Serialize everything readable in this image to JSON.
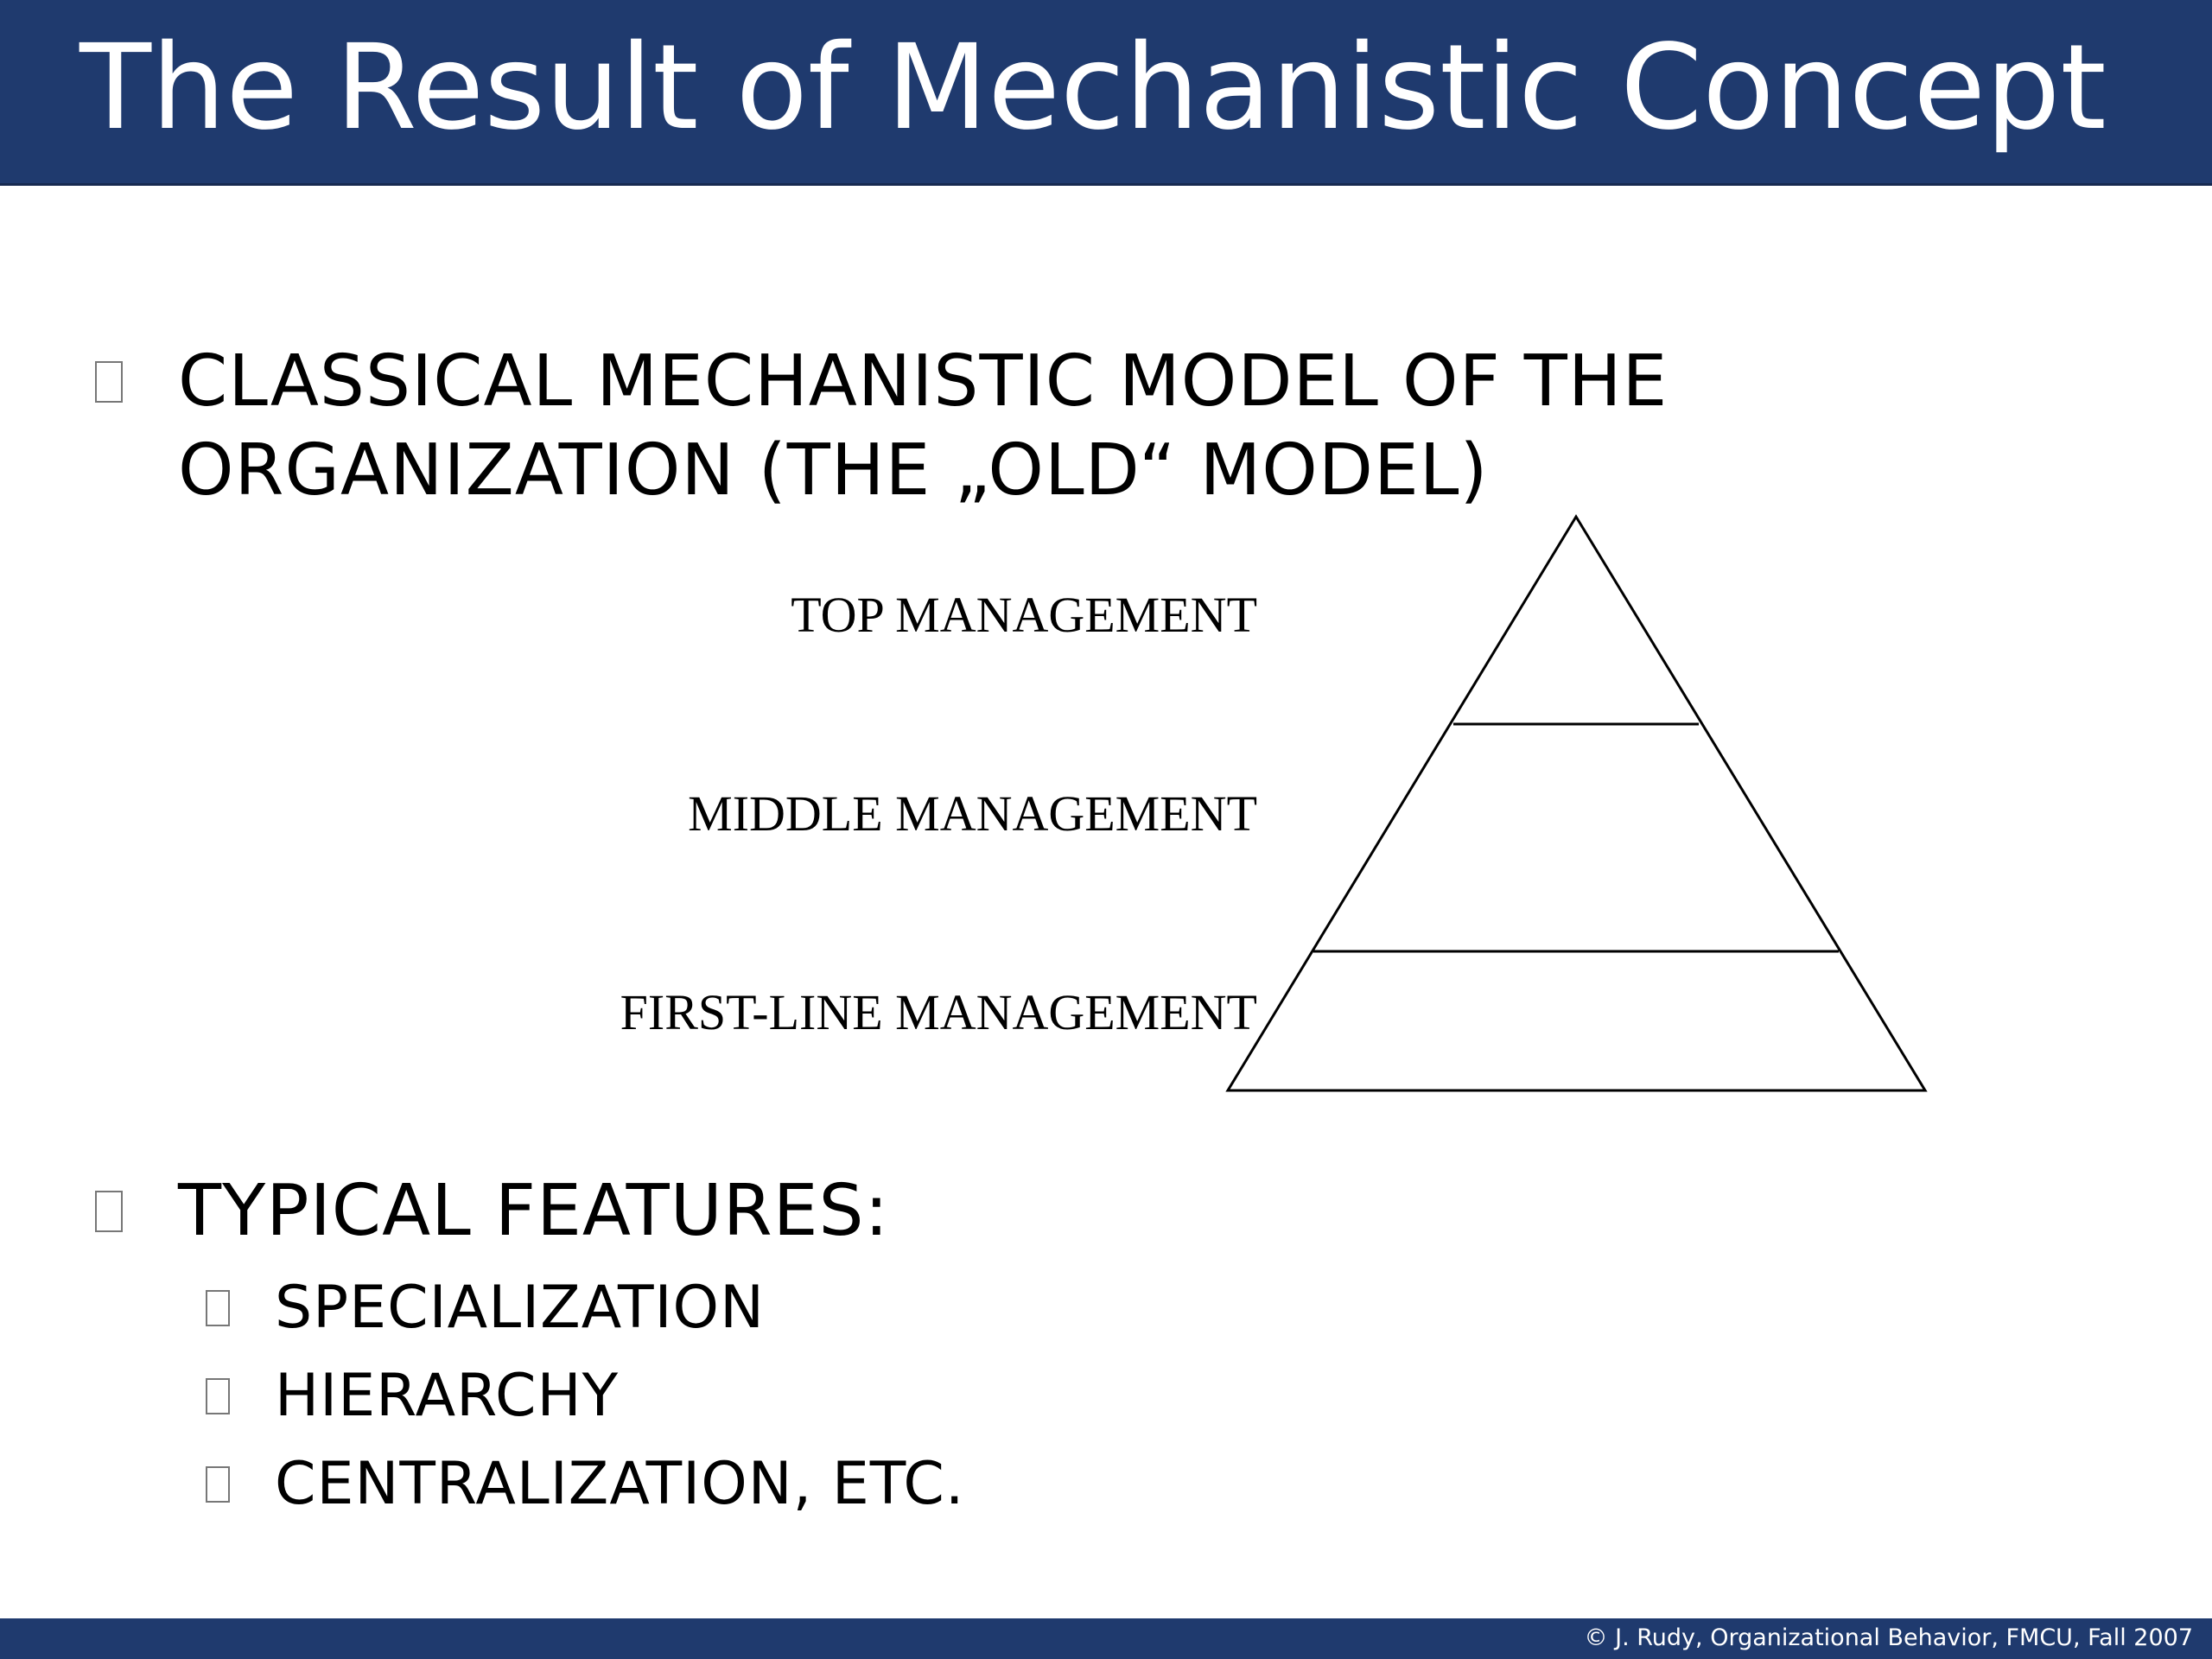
{
  "slide": {
    "title": "The Result of Mechanistic Concept",
    "bullets": [
      {
        "lines": [
          "CLASSICAL MECHANISTIC MODEL OF THE",
          "ORGANIZATION  (THE „OLD“ MODEL)"
        ]
      },
      {
        "lines": [
          "TYPICAL FEATURES:"
        ],
        "sub_items": [
          "SPECIALIZATION",
          "HIERARCHY",
          "CENTRALIZATION, ETC."
        ]
      }
    ],
    "pyramid": {
      "levels": [
        "TOP MANAGEMENT",
        "MIDDLE MANAGEMENT",
        "FIRST-LINE MANAGEMENT"
      ]
    },
    "footer": "© J. Rudy, Organizational Behavior, FMCU, Fall 2007"
  },
  "colors": {
    "title_bar": "#1f3a6e",
    "title_text": "#ffffff",
    "body_text": "#000000",
    "bullet_box": "#777777"
  }
}
